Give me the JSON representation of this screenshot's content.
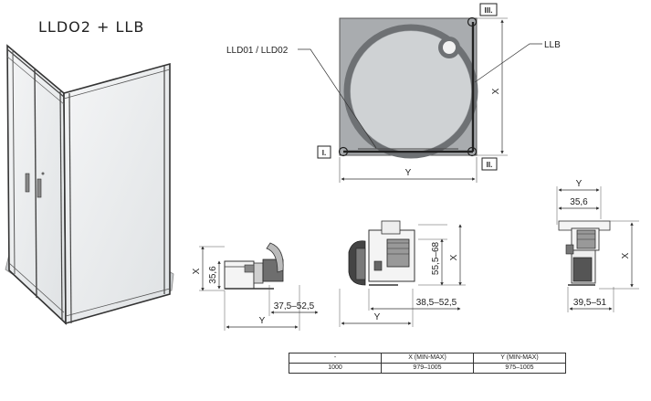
{
  "title": "LLDO2 + LLB",
  "plan": {
    "label_left_door": "LLD01 / LLD02",
    "label_side": "LLB",
    "corner_1": "I.",
    "corner_2": "II.",
    "corner_3": "III.",
    "dim_x": "X",
    "dim_y": "Y"
  },
  "profile_1": {
    "dim_x": "X",
    "dim_h": "35,6",
    "dim_range": "37,5–52,5",
    "dim_y": "Y"
  },
  "profile_2": {
    "dim_h": "55,5–68",
    "dim_x": "X",
    "dim_range": "38,5–52,5",
    "dim_y": "Y"
  },
  "profile_3": {
    "dim_y": "Y",
    "dim_w": "35,6",
    "dim_x": "X",
    "dim_range": "39,5–51"
  },
  "table": {
    "headers": [
      "-",
      "X (MIN-MAX)",
      "Y (MIN-MAX)"
    ],
    "rows": [
      [
        "1000",
        "979–1005",
        "975–1005"
      ]
    ]
  }
}
